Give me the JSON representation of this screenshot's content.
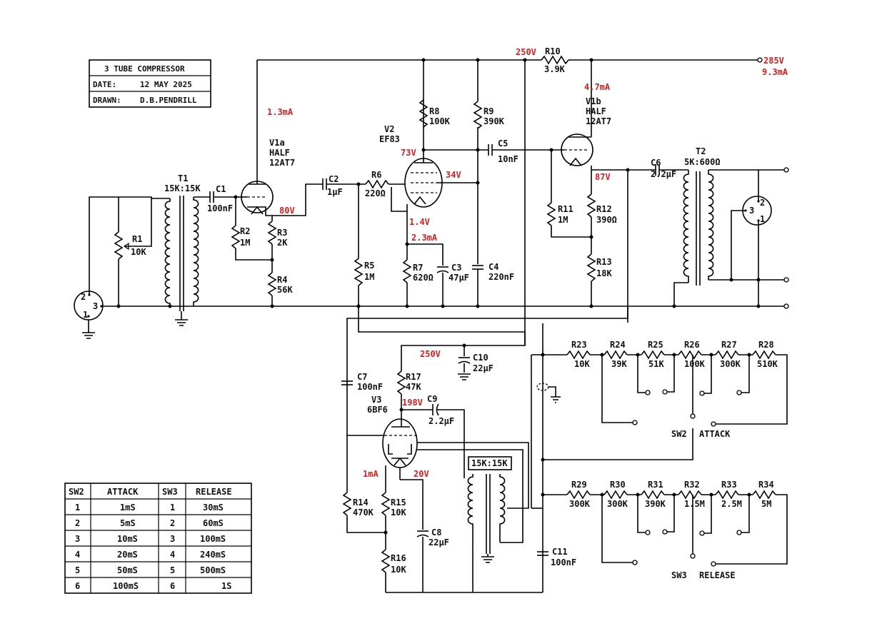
{
  "title_block": {
    "title": "3 TUBE COMPRESSOR",
    "date_label": "DATE:",
    "date_value": "12 MAY 2025",
    "drawn_label": "DRAWN:",
    "drawn_value": "D.B.PENDRILL"
  },
  "labels": {
    "T1": "T1",
    "T1v": "15K:15K",
    "C1": "C1",
    "C1v": "100nF",
    "R1": "R1",
    "R1v": "10K",
    "V1a": "V1a",
    "V1a_l2": "HALF",
    "V1a_l3": "12AT7",
    "R2": "R2",
    "R2v": "1M",
    "R3": "R3",
    "R3v": "2K",
    "R4": "R4",
    "R4v": "56K",
    "C2": "C2",
    "C2v": "1µF",
    "R6": "R6",
    "R6v": "220Ω",
    "V2": "V2",
    "V2v": "EF83",
    "R5": "R5",
    "R5v": "1M",
    "R7": "R7",
    "R7v": "620Ω",
    "C3": "C3",
    "C3v": "47µF",
    "C4": "C4",
    "C4v": "220nF",
    "R8": "R8",
    "R8v": "100K",
    "R9": "R9",
    "R9v": "390K",
    "C5": "C5",
    "C5v": "10nF",
    "R10": "R10",
    "R10v": "3.9K",
    "V1b": "V1b",
    "V1b_l2": "HALF",
    "V1b_l3": "12AT7",
    "R11": "R11",
    "R11v": "1M",
    "R12": "R12",
    "R12v": "390Ω",
    "R13": "R13",
    "R13v": "18K",
    "C6": "C6",
    "C6v": "2.2µF",
    "T2": "T2",
    "T2v": "5K:600Ω",
    "C7": "C7",
    "C7v": "100nF",
    "R17": "R17",
    "R17v": "47K",
    "C10": "C10",
    "C10v": "22µF",
    "V3": "V3",
    "V3v": "6BF6",
    "C9": "C9",
    "C9v": "2.2µF",
    "T3v": "15K:15K",
    "R14": "R14",
    "R14v": "470K",
    "R15": "R15",
    "R15v": "10K",
    "R16": "R16",
    "R16v": "10K",
    "C8": "C8",
    "C8v": "22µF",
    "C11": "C11",
    "C11v": "100nF",
    "R23": "R23",
    "R23v": "10K",
    "R24": "R24",
    "R24v": "39K",
    "R25": "R25",
    "R25v": "51K",
    "R26": "R26",
    "R26v": "100K",
    "R27": "R27",
    "R27v": "300K",
    "R28": "R28",
    "R28v": "510K",
    "R29": "R29",
    "R29v": "300K",
    "R30": "R30",
    "R30v": "300K",
    "R31": "R31",
    "R31v": "390K",
    "R32": "R32",
    "R32v": "1.5M",
    "R33": "R33",
    "R33v": "2.5M",
    "R34": "R34",
    "R34v": "5M",
    "SW2": "SW2",
    "SW2f": "ATTACK",
    "SW3": "SW3",
    "SW3f": "RELEASE",
    "in_p1": "1",
    "in_p2": "2",
    "in_p3": "3",
    "out_p1": "1",
    "out_p2": "2",
    "out_p3": "3"
  },
  "voltages": {
    "v250_top": "250V",
    "v285": "285V",
    "i93": "9.3mA",
    "i47": "4.7mA",
    "i13": "1.3mA",
    "v80": "80V",
    "v73": "73V",
    "v34": "34V",
    "v14": "1.4V",
    "i23": "2.3mA",
    "v87": "87V",
    "v250_low": "250V",
    "v198": "198V",
    "i1": "1mA",
    "v20": "20V"
  },
  "switch_table": {
    "headers": [
      "SW2",
      "ATTACK",
      "SW3",
      "RELEASE"
    ],
    "rows": [
      [
        "1",
        "1mS",
        "1",
        "30mS"
      ],
      [
        "2",
        "5mS",
        "2",
        "60mS"
      ],
      [
        "3",
        "10mS",
        "3",
        "100mS"
      ],
      [
        "4",
        "20mS",
        "4",
        "240mS"
      ],
      [
        "5",
        "50mS",
        "5",
        "500mS"
      ],
      [
        "6",
        "100mS",
        "6",
        "1S"
      ]
    ]
  }
}
